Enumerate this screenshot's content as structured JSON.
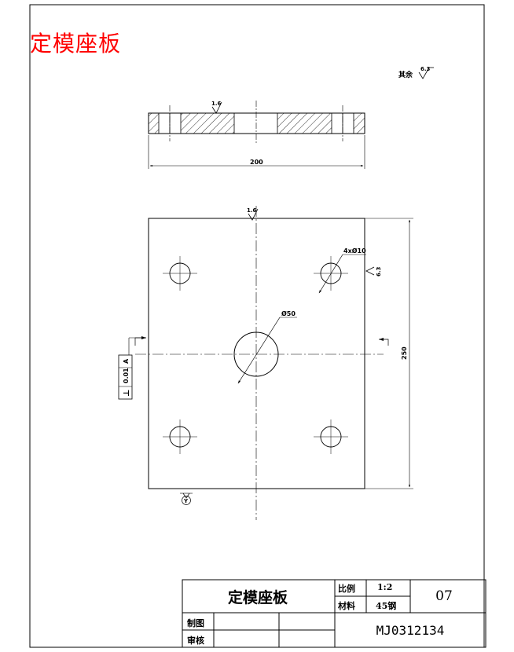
{
  "drawing": {
    "title_red": "定模座板",
    "roughness_other_label": "其余",
    "roughness_other_value": "6.3",
    "roughness_top": "1.6",
    "roughness_plan_top": "1.6",
    "roughness_hole": "6.3",
    "dim_width": "200",
    "dim_height": "250",
    "hole_note_small": "4xØ10",
    "hole_note_center": "Ø50",
    "tolerance_symbol": "⊥",
    "tolerance_value": "0.01",
    "tolerance_datum": "A",
    "view_label": "Y"
  },
  "title_block": {
    "part_name": "定模座板",
    "scale_label": "比例",
    "scale_value": "1:2",
    "material_label": "材料",
    "material_value": "45钢",
    "sheet_no": "07",
    "drawn_label": "制图",
    "checked_label": "审核",
    "drawing_number": "MJ0312134"
  }
}
